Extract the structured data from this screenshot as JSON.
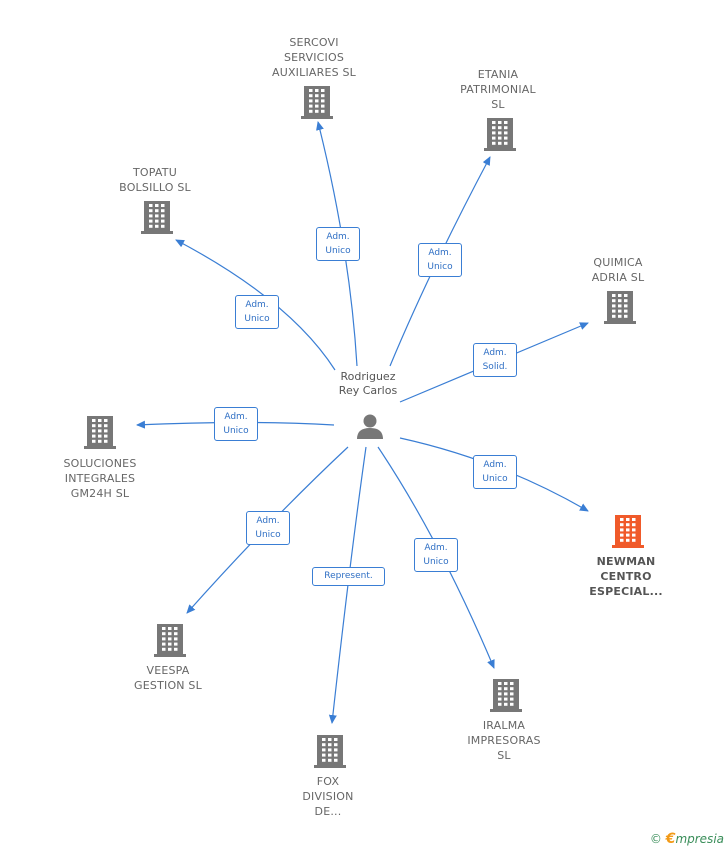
{
  "center": {
    "label": "Rodriguez\nRey Carlos",
    "icon": "person-icon"
  },
  "colors": {
    "edge": "#3a7ed4",
    "building": "#777777",
    "highlight": "#f05a2a"
  },
  "nodes": [
    {
      "id": "sercovi",
      "label": "SERCOVI\nSERVICIOS\nAUXILIARES SL",
      "role": "Adm.\nUnico",
      "highlight": false
    },
    {
      "id": "etania",
      "label": "ETANIA\nPATRIMONIAL\nSL",
      "role": "Adm.\nUnico",
      "highlight": false
    },
    {
      "id": "topatu",
      "label": "TOPATU\nBOLSILLO SL",
      "role": "Adm.\nUnico",
      "highlight": false
    },
    {
      "id": "quimica",
      "label": "QUIMICA\nADRIA SL",
      "role": "Adm.\nSolid.",
      "highlight": false
    },
    {
      "id": "soluciones",
      "label": "SOLUCIONES\nINTEGRALES\nGM24H SL",
      "role": "Adm.\nUnico",
      "highlight": false
    },
    {
      "id": "newman",
      "label": "NEWMAN\nCENTRO\nESPECIAL...",
      "role": "Adm.\nUnico",
      "highlight": true
    },
    {
      "id": "veespa",
      "label": "VEESPA\nGESTION SL",
      "role": "Adm.\nUnico",
      "highlight": false
    },
    {
      "id": "iralma",
      "label": "IRALMA\nIMPRESORAS\nSL",
      "role": "Adm.\nUnico",
      "highlight": false
    },
    {
      "id": "fox",
      "label": "FOX\nDIVISION\nDE...",
      "role": "Represent.",
      "highlight": false
    }
  ],
  "brand": {
    "copyright": "©",
    "e": "€",
    "rest": "mpresia"
  }
}
